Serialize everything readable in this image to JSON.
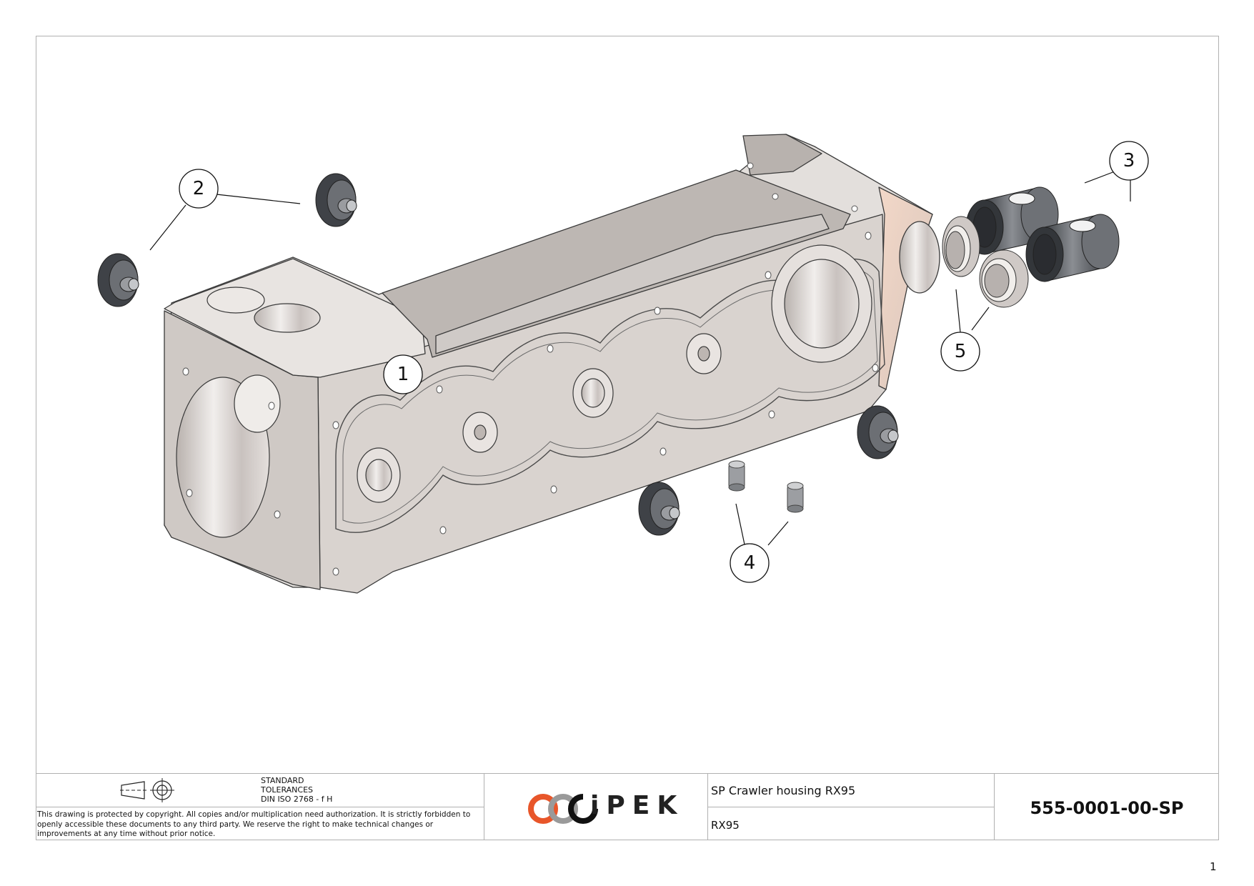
{
  "balloons": [
    {
      "label": "1"
    },
    {
      "label": "2"
    },
    {
      "label": "3"
    },
    {
      "label": "4"
    },
    {
      "label": "5"
    }
  ],
  "title_block": {
    "tolerances": "STANDARD\nTOLERANCES\nDIN ISO 2768 - f H",
    "copyright": "This drawing is protected by copyright. All copies and/or multiplication need authorization. It is strictly forbidden to openly accessible these documents to any third party. We reserve the right to make technical changes or improvements at any time without prior notice.",
    "logo_text": "iPEK",
    "drawing_name": "SP Crawler housing RX95",
    "model": "RX95",
    "drawing_number": "555-0001-00-SP"
  },
  "page_number": "1",
  "colors": {
    "housing_light": "#dcd7d4",
    "housing_mid": "#c9c3c0",
    "housing_dark": "#a9a3a0",
    "part_dark": "#55585d",
    "logo_orange": "#e8562a",
    "logo_grey": "#888888"
  }
}
